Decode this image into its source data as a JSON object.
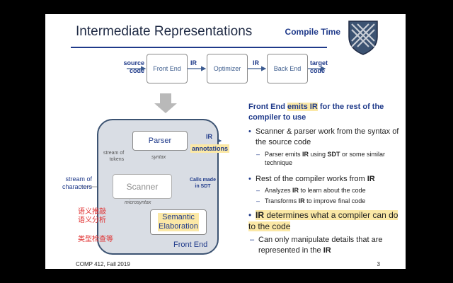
{
  "slide": {
    "title": "Intermediate Representations",
    "section": "Compile Time",
    "footer": "COMP 412, Fall 2019",
    "page_number": "3"
  },
  "pipeline": {
    "source": "source\ncode",
    "front_end": "Front End",
    "ir1": "IR",
    "optimizer": "Optimizer",
    "ir2": "IR",
    "back_end": "Back End",
    "target": "target\ncode"
  },
  "front_end_diagram": {
    "container_label": "Front End",
    "parser": "Parser",
    "scanner": "Scanner",
    "semantic": "Semantic\nElaboration",
    "ir_out": "IR",
    "annotations": "annotations",
    "syntax": "syntax",
    "microsyntax": "microsyntax",
    "stream_of_tokens": "stream of\ntokens",
    "stream_of_characters": "stream of\ncharacters",
    "calls_made": "Calls made\nin SDT"
  },
  "handwritten_notes": {
    "line1": "语义推敲",
    "line2": "语义分析",
    "line3": "类型检查等"
  },
  "text": {
    "heading_pre": "Front End ",
    "heading_hl": "emits IR",
    "heading_post": " for the rest of the compiler to use",
    "b1": "Scanner & parser work from the syntax of the source code",
    "b1_sub_pre": "Parser emits ",
    "b1_sub_ir": "IR",
    "b1_sub_mid": " using ",
    "b1_sub_sdt": "SDT",
    "b1_sub_post": " or some similar technique",
    "b2_pre": "Rest of the compiler works from ",
    "b2_ir": "IR",
    "b2_s1_pre": "Analyzes ",
    "b2_s1_ir": "IR",
    "b2_s1_post": " to learn about the code",
    "b2_s2_pre": "Transforms ",
    "b2_s2_ir": "IR",
    "b2_s2_post": " to improve final code",
    "b3_ir": "IR",
    "b3_post": " determines what a compiler can do to the code",
    "b3_sub_pre": "Can only manipulate details that are represented in the ",
    "b3_sub_ir": "IR"
  },
  "colors": {
    "accent": "#1f3a8a",
    "highlight": "#fbe8a6",
    "note": "#e03030"
  }
}
